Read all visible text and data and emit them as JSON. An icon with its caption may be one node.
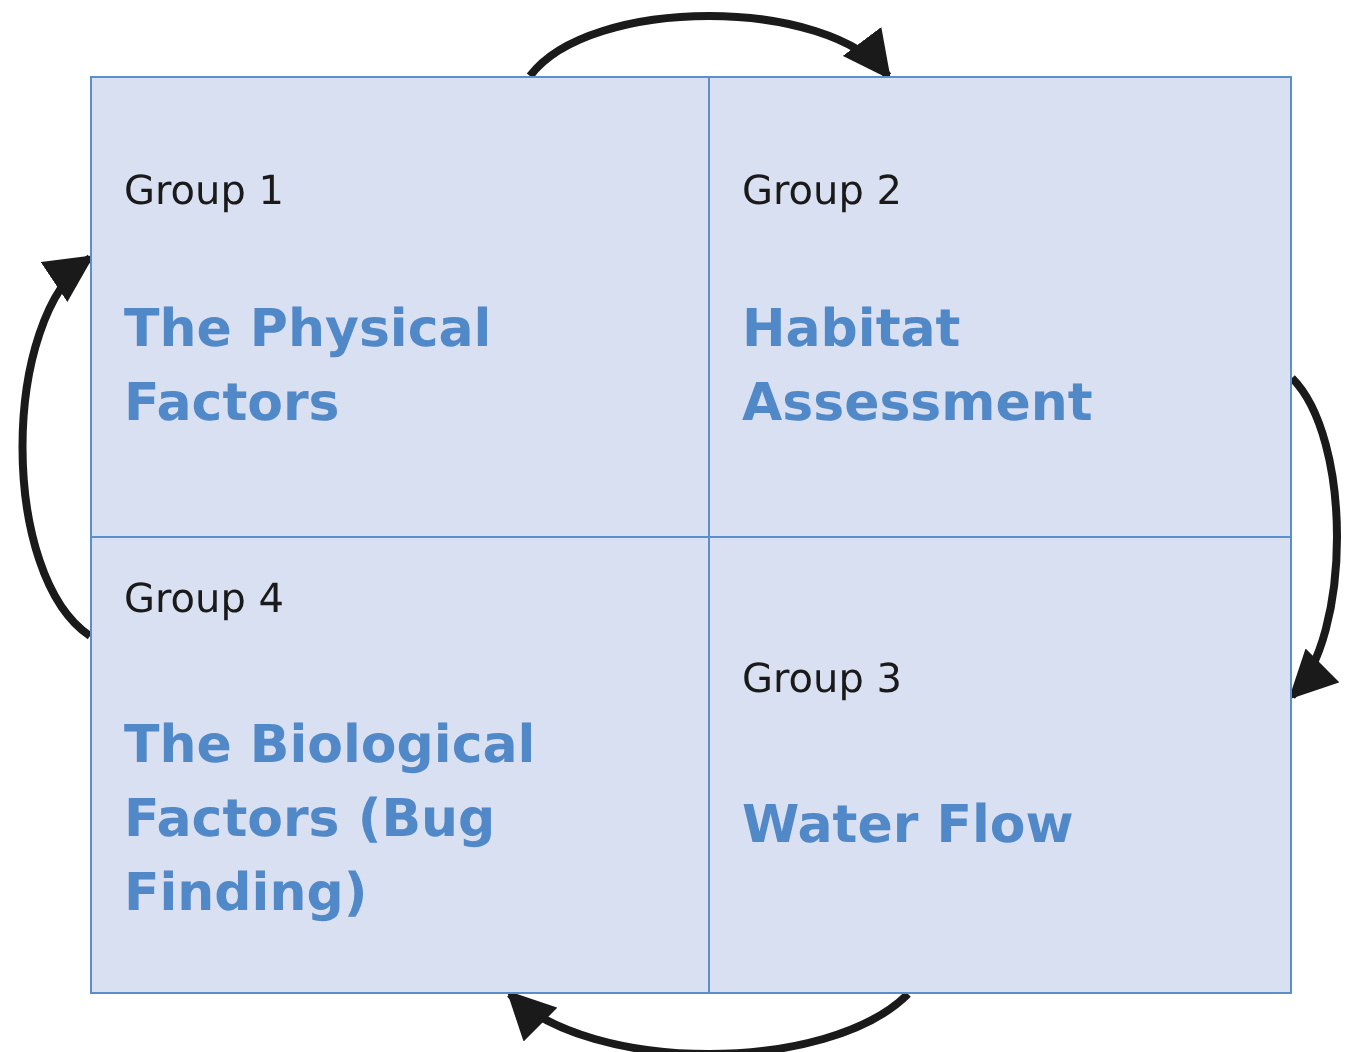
{
  "diagram": {
    "nodes": [
      {
        "text": [
          "Group 1",
          "The Physical Factors"
        ]
      },
      {
        "text": [
          "Group 2",
          "Habitat Assessment"
        ]
      },
      {
        "text": [
          "Group 4",
          "The Biological Factors (Bug Finding)"
        ]
      },
      {
        "text": [
          "Group 3",
          "Water Flow"
        ]
      }
    ],
    "edges": [
      {
        "from": 0,
        "to": 1,
        "arrow": "to"
      },
      {
        "from": 1,
        "to": 3,
        "arrow": "to"
      },
      {
        "from": 3,
        "to": 2,
        "arrow": "to"
      },
      {
        "from": 2,
        "to": 0,
        "arrow": "to"
      }
    ]
  }
}
